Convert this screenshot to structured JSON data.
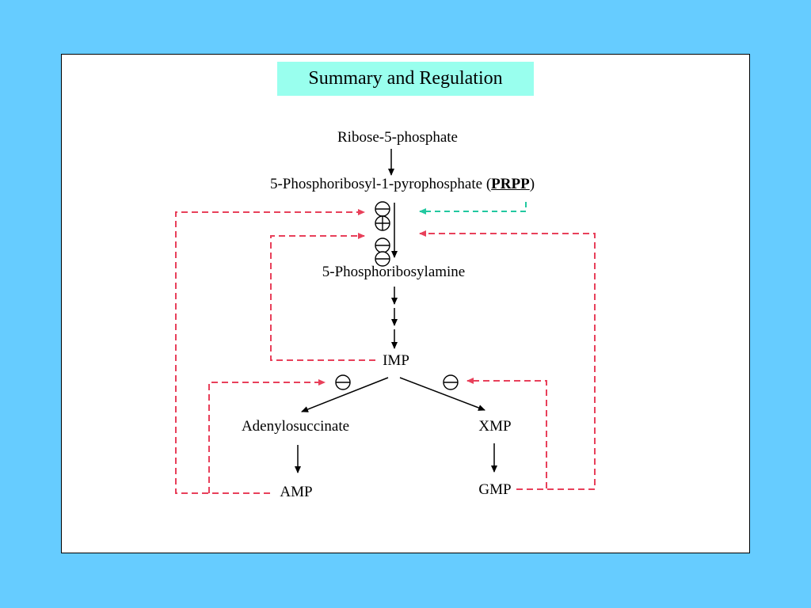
{
  "title": "Summary and Regulation",
  "nodes": {
    "ribose": "Ribose-5-phosphate",
    "prpp_prefix": "5-Phosphoribosyl-1-pyrophosphate (",
    "prpp_abbr": "PRPP",
    "prpp_suffix": ")",
    "phosphoribosylamine": "5-Phosphoribosylamine",
    "imp": "IMP",
    "adenylosuccinate": "Adenylosuccinate",
    "xmp": "XMP",
    "amp": "AMP",
    "gmp": "GMP"
  },
  "colors": {
    "background": "#66ccff",
    "title_box": "#99ffee",
    "inhibition_arrow": "#e8405a",
    "activation_arrow": "#22c8a0"
  },
  "regulation": {
    "inhibition_symbol": "minus-in-circle",
    "activation_symbol": "plus-in-circle"
  }
}
